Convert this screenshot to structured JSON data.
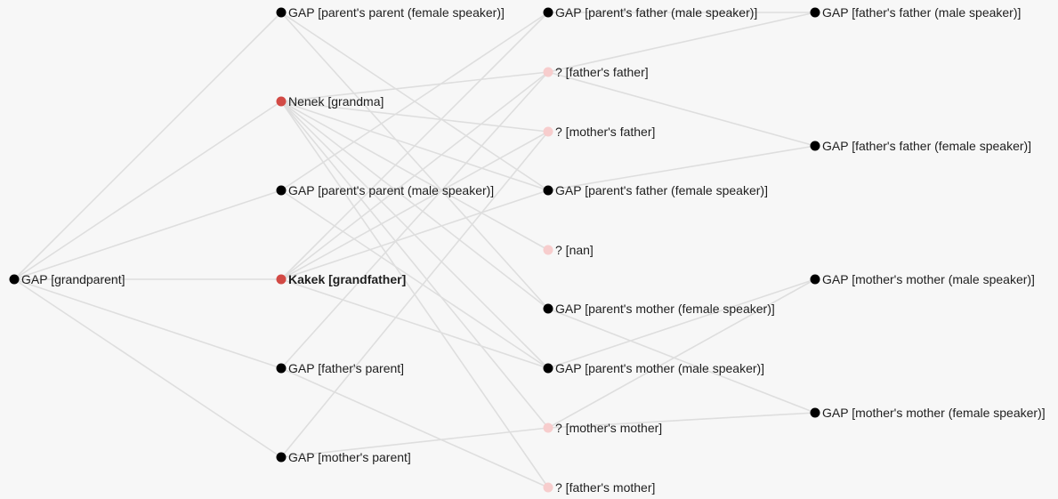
{
  "colors": {
    "background": "#f7f7f7",
    "edge": "#dedede",
    "gap_node": "#000000",
    "matched_node": "#d24a45",
    "unknown_node": "#f7cdcd"
  },
  "nodes": [
    {
      "id": "n0",
      "label": "GAP [grandparent]",
      "kind": "gap",
      "col": 0,
      "row": 0
    },
    {
      "id": "n1",
      "label": "GAP [parent's parent (female speaker)]",
      "kind": "gap",
      "col": 1,
      "row": 0
    },
    {
      "id": "n2",
      "label": "Nenek [grandma]",
      "kind": "matched",
      "col": 1,
      "row": 1
    },
    {
      "id": "n3",
      "label": "GAP [parent's parent (male speaker)]",
      "kind": "gap",
      "col": 1,
      "row": 2
    },
    {
      "id": "n4",
      "label": "Kakek [grandfather]",
      "kind": "matched",
      "col": 1,
      "row": 3,
      "bold": true
    },
    {
      "id": "n5",
      "label": "GAP [father's parent]",
      "kind": "gap",
      "col": 1,
      "row": 4
    },
    {
      "id": "n6",
      "label": "GAP [mother's parent]",
      "kind": "gap",
      "col": 1,
      "row": 5
    },
    {
      "id": "n7",
      "label": "GAP [parent's father (male speaker)]",
      "kind": "gap",
      "col": 2,
      "row": 0
    },
    {
      "id": "n8",
      "label": "? [father's father]",
      "kind": "unknown",
      "col": 2,
      "row": 1
    },
    {
      "id": "n9",
      "label": "? [mother's father]",
      "kind": "unknown",
      "col": 2,
      "row": 2
    },
    {
      "id": "n10",
      "label": "GAP [parent's father (female speaker)]",
      "kind": "gap",
      "col": 2,
      "row": 3
    },
    {
      "id": "n11",
      "label": "? [nan]",
      "kind": "unknown",
      "col": 2,
      "row": 4
    },
    {
      "id": "n12",
      "label": "GAP [parent's mother (female speaker)]",
      "kind": "gap",
      "col": 2,
      "row": 5
    },
    {
      "id": "n13",
      "label": "GAP [parent's mother (male speaker)]",
      "kind": "gap",
      "col": 2,
      "row": 6
    },
    {
      "id": "n14",
      "label": "? [mother's mother]",
      "kind": "unknown",
      "col": 2,
      "row": 7
    },
    {
      "id": "n15",
      "label": "? [father's mother]",
      "kind": "unknown",
      "col": 2,
      "row": 8
    },
    {
      "id": "n16",
      "label": "GAP [father's father (male speaker)]",
      "kind": "gap",
      "col": 3,
      "row": 0
    },
    {
      "id": "n17",
      "label": "GAP [father's father (female speaker)]",
      "kind": "gap",
      "col": 3,
      "row": 1
    },
    {
      "id": "n18",
      "label": "GAP [mother's mother (male speaker)]",
      "kind": "gap",
      "col": 3,
      "row": 2
    },
    {
      "id": "n19",
      "label": "GAP [mother's mother (female speaker)]",
      "kind": "gap",
      "col": 3,
      "row": 3
    }
  ],
  "edges": [
    [
      "n0",
      "n1"
    ],
    [
      "n0",
      "n2"
    ],
    [
      "n0",
      "n3"
    ],
    [
      "n0",
      "n4"
    ],
    [
      "n0",
      "n5"
    ],
    [
      "n0",
      "n6"
    ],
    [
      "n1",
      "n10"
    ],
    [
      "n1",
      "n12"
    ],
    [
      "n2",
      "n8"
    ],
    [
      "n2",
      "n9"
    ],
    [
      "n2",
      "n10"
    ],
    [
      "n2",
      "n12"
    ],
    [
      "n2",
      "n13"
    ],
    [
      "n2",
      "n14"
    ],
    [
      "n2",
      "n15"
    ],
    [
      "n2",
      "n11"
    ],
    [
      "n3",
      "n7"
    ],
    [
      "n3",
      "n13"
    ],
    [
      "n4",
      "n7"
    ],
    [
      "n4",
      "n8"
    ],
    [
      "n4",
      "n9"
    ],
    [
      "n4",
      "n10"
    ],
    [
      "n4",
      "n13"
    ],
    [
      "n5",
      "n8"
    ],
    [
      "n5",
      "n15"
    ],
    [
      "n6",
      "n9"
    ],
    [
      "n6",
      "n14"
    ],
    [
      "n7",
      "n16"
    ],
    [
      "n8",
      "n16"
    ],
    [
      "n8",
      "n17"
    ],
    [
      "n10",
      "n17"
    ],
    [
      "n12",
      "n19"
    ],
    [
      "n13",
      "n18"
    ],
    [
      "n14",
      "n18"
    ],
    [
      "n14",
      "n19"
    ]
  ]
}
